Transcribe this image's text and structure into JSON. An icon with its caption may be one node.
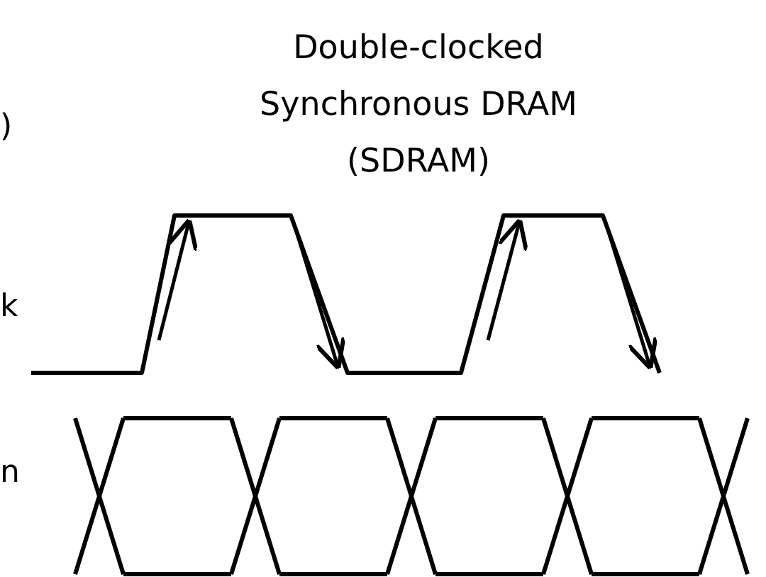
{
  "diagram": {
    "title": "Double-clocked Synchronous DRAM (SDRAM)",
    "labels": [
      ")",
      "k",
      "n"
    ]
  }
}
